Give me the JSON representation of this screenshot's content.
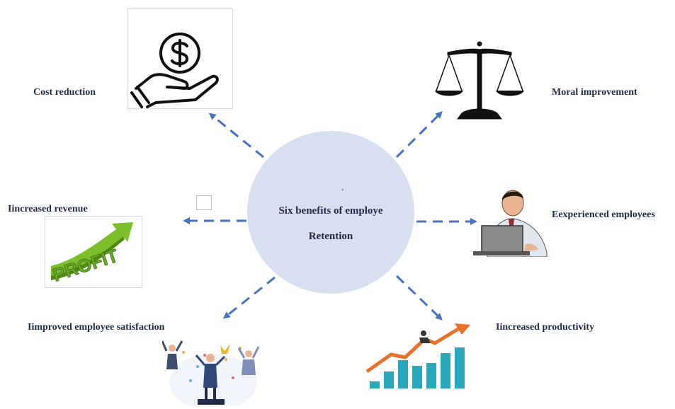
{
  "center": {
    "line1": "Six  benefits of employe",
    "line2": "Retention",
    "dot": "."
  },
  "benefits": {
    "cost_reduction": "Cost reduction",
    "moral_improvement": "Moral improvement",
    "increased_revenue": "Iincreased revenue",
    "experienced_employees": "Eexperienced employees",
    "employee_satisfaction": "Iimproved employee satisfaction",
    "increased_productivity": "Iincreased productivity"
  },
  "profit_image": {
    "word": "PROFIT"
  },
  "colors": {
    "arrow": "#4472c4",
    "circle": "#d6e0f1",
    "text": "#1f2a44",
    "profit_green": "#7bbf2a",
    "bars_teal": "#2aa7b8",
    "trend_orange": "#e8722b"
  }
}
